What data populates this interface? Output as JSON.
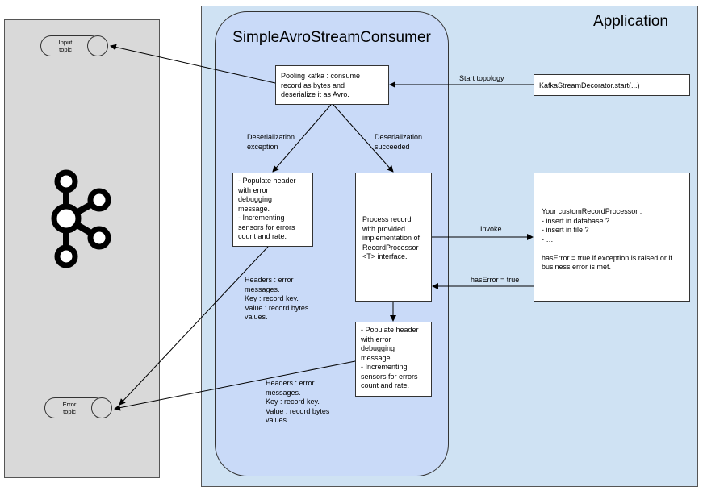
{
  "kafka": {
    "input_topic": "Input\ntopic",
    "error_topic": "Error\ntopic",
    "logo_icon": "kafka-logo-icon"
  },
  "application": {
    "title": "Application"
  },
  "consumer": {
    "title": "SimpleAvroStreamConsumer"
  },
  "boxes": {
    "pooling": "Pooling kafka : consume\nrecord as bytes and\ndeserialize it as Avro.",
    "decorator": "KafkaStreamDecorator.start(...)",
    "deser_error": "- Populate header\nwith error\ndebugging\nmessage.\n- Incrementing\nsensors for errors\ncount and rate.",
    "process": "Process record\nwith provided\nimplementation of\nRecordProcessor\n<T> interface.",
    "custom_processor": "Your customRecordProcessor :\n- insert in database ?\n- insert in file ?\n- …\n\nhasError = true if exception is raised or if\nbusiness error is met.",
    "process_error": "- Populate header\nwith error\ndebugging\nmessage.\n- Incrementing\nsensors for errors\ncount and rate."
  },
  "labels": {
    "start_topology": "Start topology",
    "deser_exception": "Deserialization\nexception",
    "deser_succeeded": "Deserialization\nsucceeded",
    "invoke": "Invoke",
    "has_error": "hasError = true",
    "headers_1": "Headers : error\nmessages.\nKey : record key.\nValue : record bytes\nvalues.",
    "headers_2": "Headers : error\nmessages.\nKey : record key.\nValue : record bytes\nvalues."
  }
}
